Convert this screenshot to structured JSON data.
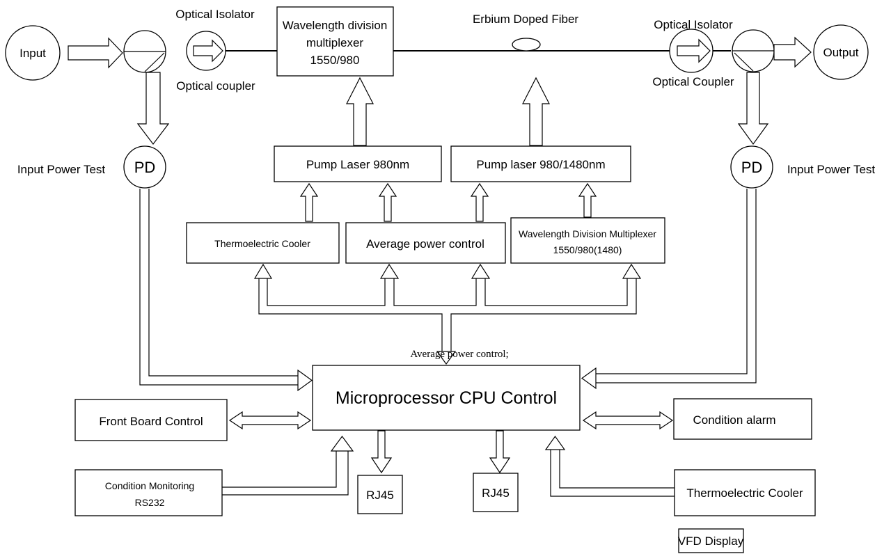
{
  "nodes": {
    "input": "Input",
    "output": "Output",
    "optical_isolator_left": "Optical Isolator",
    "optical_coupler_left": "Optical coupler",
    "optical_isolator_right": "Optical Isolator",
    "optical_coupler_right": "Optical Coupler",
    "wdm_line1": "Wavelength division",
    "wdm_line2": "multiplexer",
    "wdm_line3": "1550/980",
    "erbium_fiber": "Erbium Doped Fiber",
    "pump_laser_980": "Pump Laser 980nm",
    "pump_laser_980_1480": "Pump laser 980/1480nm",
    "pd_left": "PD",
    "pd_right": "PD",
    "input_power_test_left": "Input Power Test",
    "input_power_test_right": "Input Power Test",
    "thermoelectric_cooler_top": "Thermoelectric Cooler",
    "average_power_control_box": "Average power control",
    "wdm2_line1": "Wavelength Division Multiplexer",
    "wdm2_line2": "1550/980(1480)",
    "average_power_control_note": "Average power control;",
    "cpu": "Microprocessor CPU Control",
    "front_board_control": "Front Board Control",
    "condition_alarm": "Condition alarm",
    "condition_monitoring_line1": "Condition Monitoring",
    "condition_monitoring_line2": "RS232",
    "rj45_left": "RJ45",
    "rj45_right": "RJ45",
    "thermoelectric_cooler_bottom": "Thermoelectric Cooler",
    "vfd_display": "VFD Display"
  }
}
